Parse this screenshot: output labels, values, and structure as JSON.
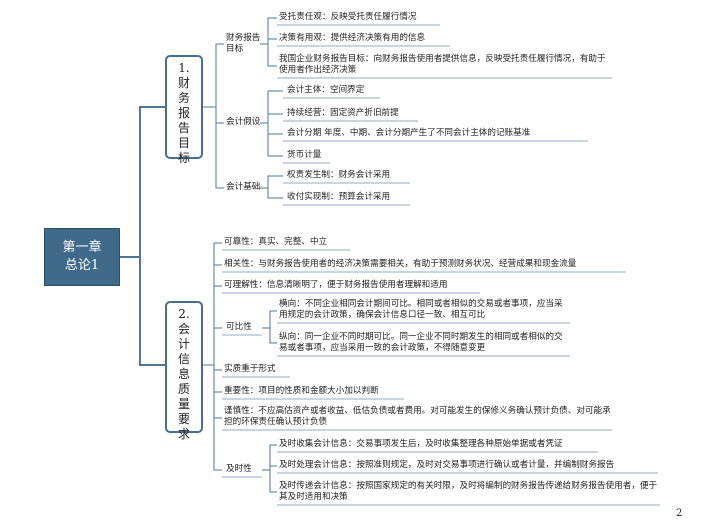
{
  "root": {
    "line1": "第一章",
    "line2": "总论1"
  },
  "sections": [
    {
      "title": "1.财务报告目标",
      "groups": [
        {
          "label": "财务报告目标",
          "items": [
            "受托责任观：反映受托责任履行情况",
            "决策有用观：提供经济决策有用的信息",
            "我国企业财务报告目标：向财务报告使用者提供信息，反映受托责任履行情况，有助于使用者作出经济决策"
          ]
        },
        {
          "label": "会计假设",
          "items": [
            "会计主体：空间界定",
            "持续经营：固定资产折旧前提",
            "会计分期 年度、中期、会计分期产生了不同会计主体的记账基准",
            "货币计量"
          ]
        },
        {
          "label": "会计基础",
          "items": [
            "权责发生制：财务会计采用",
            "收付实现制：预算会计采用"
          ]
        }
      ]
    },
    {
      "title": "2.会计信息质量要求",
      "items": [
        "可靠性：真实、完整、中立",
        "相关性：与财务报告使用者的经济决策需要相关，有助于预测财务状况、经营成果和现金流量",
        "可理解性：信息清晰明了，便于财务报告使用者理解和适用",
        "实质重于形式",
        "重要性：项目的性质和金额大小加以判断",
        "谨慎性：不应高估资产或者收益、低估负债或者费用。对可能发生的保修义务确认预计负债、对可能承担的环保责任确认预计负债"
      ],
      "comparability": {
        "label": "可比性",
        "items": [
          "横向：不同企业相同会计期间可比。相同或者相似的交易或者事项，应当采用规定的会计政策，确保会计信息口径一致、相互可比",
          "纵向：同一企业不同时期可比。同一企业不同时期发生的相同或者相似的交易或者事项，应当采用一致的会计政策，不得随意变更"
        ]
      },
      "timeliness": {
        "label": "及时性",
        "items": [
          "及时收集会计信息：交易事项发生后，及时收集整理各种原始单据或者凭证",
          "及时处理会计信息：按照准则规定，及时对交易事项进行确认或者计量，并编制财务报告",
          "及时传递会计信息：按照国家规定的有关时限，及时将编制的财务报告传递给财务报告使用者，便于其及时适用和决策"
        ]
      }
    }
  ],
  "page_number": "2"
}
